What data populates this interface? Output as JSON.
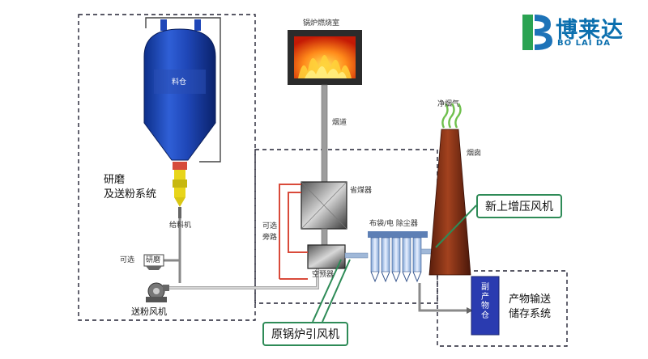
{
  "brand": {
    "name": "博莱达",
    "pinyin": "BO LAI DA"
  },
  "equipment": {
    "silo": "料仓",
    "furnace": "锅炉燃烧室",
    "flue": "烟道",
    "economizer": "省煤器",
    "air_preheater": "空预器",
    "bag_filter": "布袋/电 除尘器",
    "chimney": "烟囱",
    "clean_gas": "净烟气",
    "feeder": "给料机",
    "mill": "研磨",
    "optional_mill": "可选",
    "optional_bypass": "可选\n旁路",
    "powder_fan": "送粉风机",
    "byproduct_silo": "副产物仓"
  },
  "systems": {
    "grinding": "研磨\n及送粉系统",
    "byproduct": "产物输送\n储存系统"
  },
  "callouts": {
    "booster_fan": "新上增压风机",
    "induced_fan": "原锅炉引风机"
  }
}
